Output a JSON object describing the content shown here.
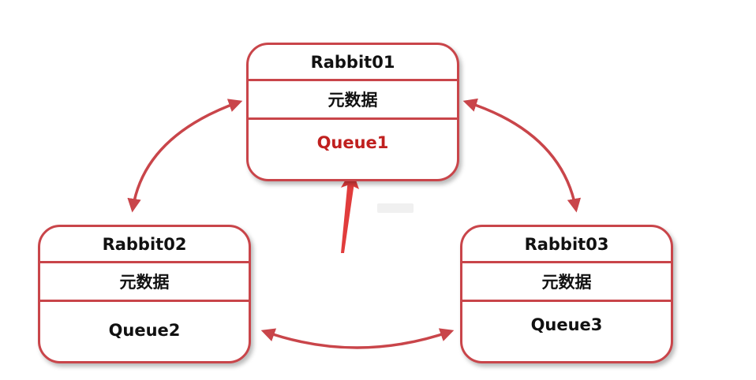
{
  "nodes": [
    {
      "name": "Rabbit01",
      "meta": "元数据",
      "queue": "Queue1"
    },
    {
      "name": "Rabbit02",
      "meta": "元数据",
      "queue": "Queue2"
    },
    {
      "name": "Rabbit03",
      "meta": "元数据",
      "queue": "Queue3"
    }
  ],
  "colors": {
    "border": "#c9454a",
    "arrow": "#c9454a",
    "highlight_text": "#c0201f",
    "text": "#111111"
  }
}
